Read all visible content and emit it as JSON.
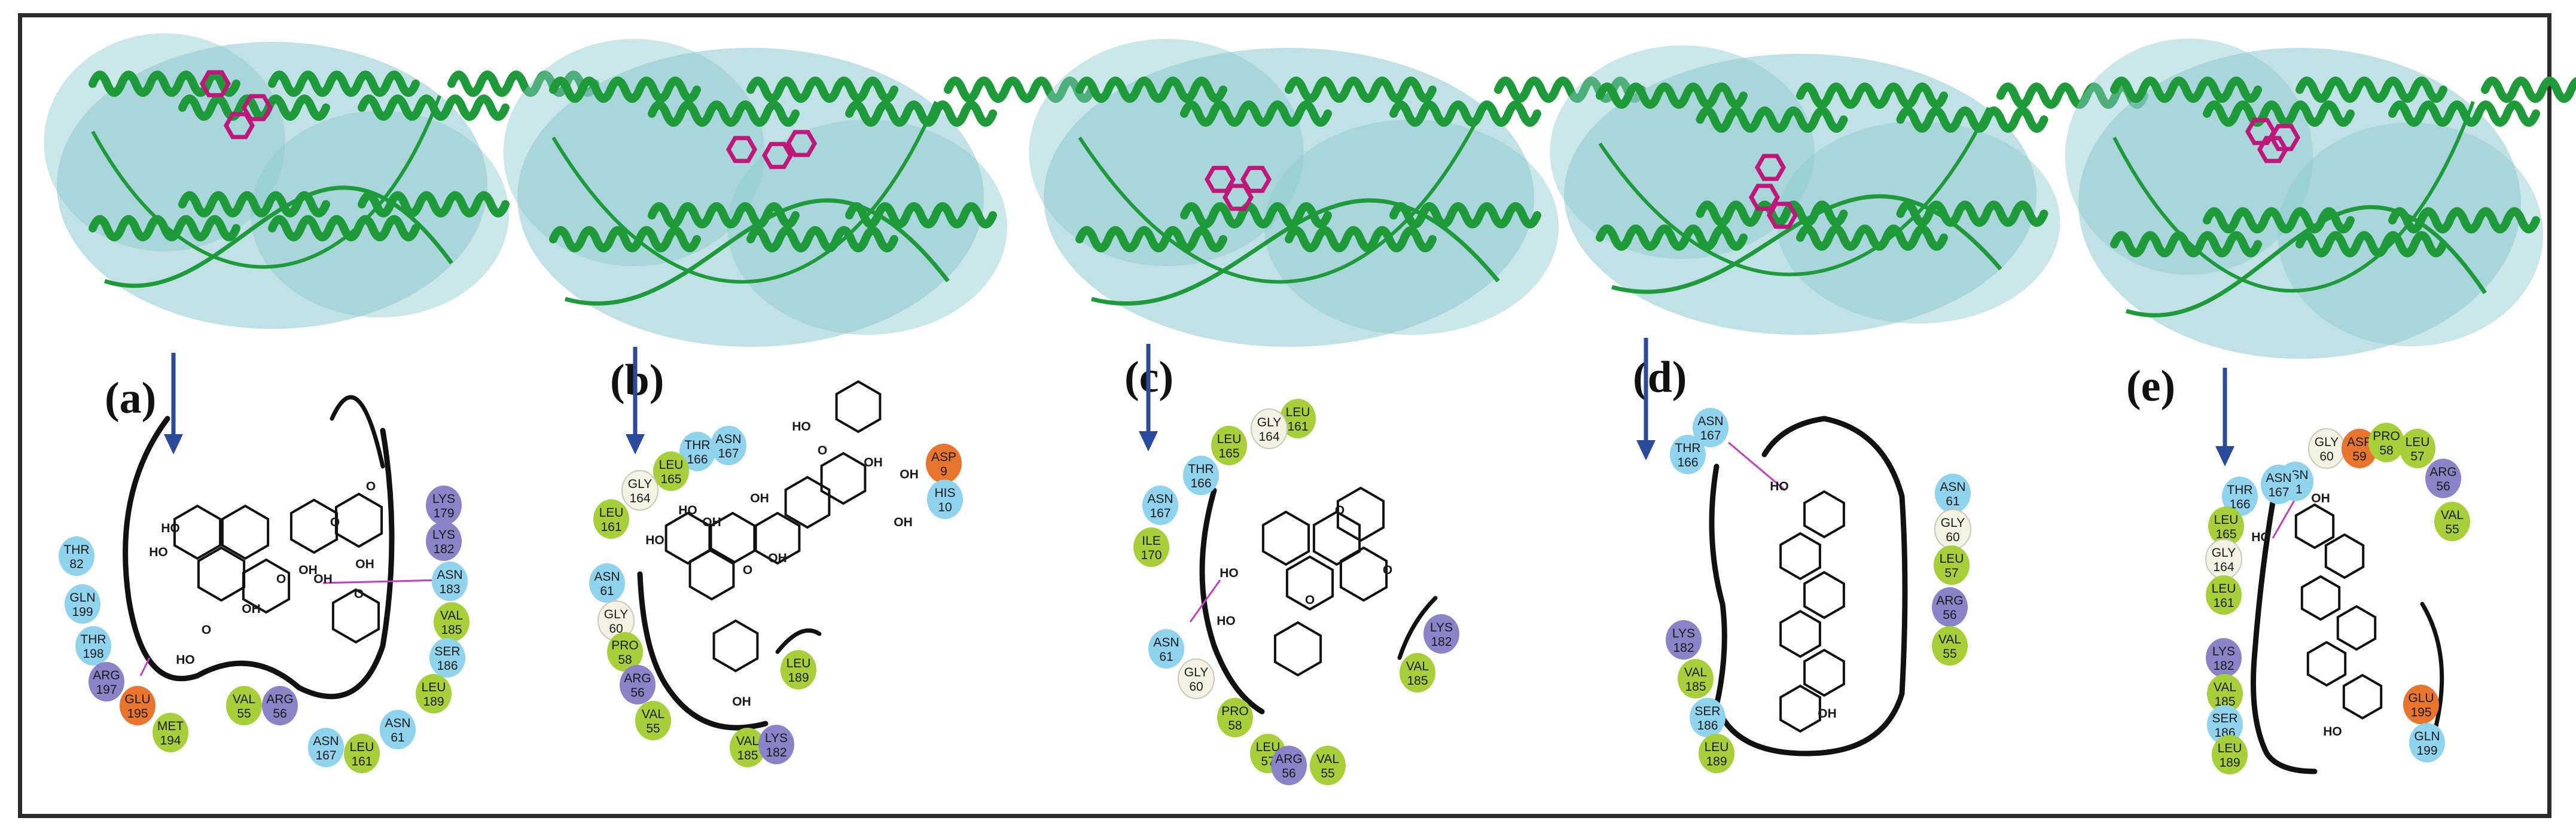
{
  "colors": {
    "hydrophobic": "#a6cf3a",
    "polar": "#8fd3ef",
    "positive": "#8a83c7",
    "negative": "#e8742e",
    "glycine": "#f3f3e4",
    "surface": "#8cc9cf",
    "protein": "#1e9a3a",
    "ligand": "#c0167a",
    "hbond": "#c040c0",
    "arrow": "#2c4a9a"
  },
  "panels": [
    {
      "label": "(a)",
      "residues": [
        {
          "name": "LYS",
          "num": "179",
          "type": "positive"
        },
        {
          "name": "LYS",
          "num": "182",
          "type": "positive"
        },
        {
          "name": "ASN",
          "num": "183",
          "type": "polar"
        },
        {
          "name": "VAL",
          "num": "185",
          "type": "hydrophobic"
        },
        {
          "name": "SER",
          "num": "186",
          "type": "polar"
        },
        {
          "name": "LEU",
          "num": "189",
          "type": "hydrophobic"
        },
        {
          "name": "ASN",
          "num": "61",
          "type": "polar"
        },
        {
          "name": "LEU",
          "num": "161",
          "type": "hydrophobic"
        },
        {
          "name": "ASN",
          "num": "167",
          "type": "polar"
        },
        {
          "name": "VAL",
          "num": "55",
          "type": "hydrophobic"
        },
        {
          "name": "ARG",
          "num": "56",
          "type": "positive"
        },
        {
          "name": "THR",
          "num": "82",
          "type": "polar"
        },
        {
          "name": "GLN",
          "num": "199",
          "type": "polar"
        },
        {
          "name": "THR",
          "num": "198",
          "type": "polar"
        },
        {
          "name": "ARG",
          "num": "197",
          "type": "positive"
        },
        {
          "name": "GLU",
          "num": "195",
          "type": "negative"
        },
        {
          "name": "MET",
          "num": "194",
          "type": "hydrophobic"
        }
      ],
      "atoms": [
        "HO",
        "OH",
        "HO",
        "OH",
        "HO",
        "OH",
        "OH",
        "O",
        "O",
        "O",
        "O",
        "O"
      ]
    },
    {
      "label": "(b)",
      "residues": [
        {
          "name": "ASN",
          "num": "167",
          "type": "polar"
        },
        {
          "name": "THR",
          "num": "166",
          "type": "polar"
        },
        {
          "name": "LEU",
          "num": "165",
          "type": "hydrophobic"
        },
        {
          "name": "GLY",
          "num": "164",
          "type": "glycine"
        },
        {
          "name": "LEU",
          "num": "161",
          "type": "hydrophobic"
        },
        {
          "name": "ASN",
          "num": "61",
          "type": "polar"
        },
        {
          "name": "GLY",
          "num": "60",
          "type": "glycine"
        },
        {
          "name": "PRO",
          "num": "58",
          "type": "hydrophobic"
        },
        {
          "name": "ARG",
          "num": "56",
          "type": "positive"
        },
        {
          "name": "VAL",
          "num": "55",
          "type": "hydrophobic"
        },
        {
          "name": "VAL",
          "num": "185",
          "type": "hydrophobic"
        },
        {
          "name": "LYS",
          "num": "182",
          "type": "positive"
        },
        {
          "name": "LEU",
          "num": "189",
          "type": "hydrophobic"
        },
        {
          "name": "ASP",
          "num": "9",
          "type": "negative"
        },
        {
          "name": "HIS",
          "num": "10",
          "type": "polar"
        }
      ],
      "atoms": [
        "HO",
        "OH",
        "OH",
        "HO",
        "OH",
        "OH",
        "HO",
        "OH",
        "OH",
        "O",
        "O",
        "OH"
      ]
    },
    {
      "label": "(c)",
      "residues": [
        {
          "name": "LEU",
          "num": "161",
          "type": "hydrophobic"
        },
        {
          "name": "GLY",
          "num": "164",
          "type": "glycine"
        },
        {
          "name": "LEU",
          "num": "165",
          "type": "hydrophobic"
        },
        {
          "name": "THR",
          "num": "166",
          "type": "polar"
        },
        {
          "name": "ASN",
          "num": "167",
          "type": "polar"
        },
        {
          "name": "ILE",
          "num": "170",
          "type": "hydrophobic"
        },
        {
          "name": "ASN",
          "num": "61",
          "type": "polar"
        },
        {
          "name": "GLY",
          "num": "60",
          "type": "glycine"
        },
        {
          "name": "PRO",
          "num": "58",
          "type": "hydrophobic"
        },
        {
          "name": "LEU",
          "num": "57",
          "type": "hydrophobic"
        },
        {
          "name": "ARG",
          "num": "56",
          "type": "positive"
        },
        {
          "name": "VAL",
          "num": "55",
          "type": "hydrophobic"
        },
        {
          "name": "LYS",
          "num": "182",
          "type": "positive"
        },
        {
          "name": "VAL",
          "num": "185",
          "type": "hydrophobic"
        }
      ],
      "atoms": [
        "O",
        "HO",
        "HO",
        "O",
        "O"
      ]
    },
    {
      "label": "(d)",
      "residues": [
        {
          "name": "ASN",
          "num": "167",
          "type": "polar"
        },
        {
          "name": "THR",
          "num": "166",
          "type": "polar"
        },
        {
          "name": "ASN",
          "num": "61",
          "type": "polar"
        },
        {
          "name": "GLY",
          "num": "60",
          "type": "glycine"
        },
        {
          "name": "LEU",
          "num": "57",
          "type": "hydrophobic"
        },
        {
          "name": "ARG",
          "num": "56",
          "type": "positive"
        },
        {
          "name": "VAL",
          "num": "55",
          "type": "hydrophobic"
        },
        {
          "name": "LYS",
          "num": "182",
          "type": "positive"
        },
        {
          "name": "VAL",
          "num": "185",
          "type": "hydrophobic"
        },
        {
          "name": "SER",
          "num": "186",
          "type": "polar"
        },
        {
          "name": "LEU",
          "num": "189",
          "type": "hydrophobic"
        }
      ],
      "atoms": [
        "HO",
        "OH"
      ]
    },
    {
      "label": "(e)",
      "residues": [
        {
          "name": "ASN",
          "num": "61",
          "type": "polar"
        },
        {
          "name": "GLY",
          "num": "60",
          "type": "glycine"
        },
        {
          "name": "ASP",
          "num": "59",
          "type": "negative"
        },
        {
          "name": "PRO",
          "num": "58",
          "type": "hydrophobic"
        },
        {
          "name": "LEU",
          "num": "57",
          "type": "hydrophobic"
        },
        {
          "name": "ARG",
          "num": "56",
          "type": "positive"
        },
        {
          "name": "VAL",
          "num": "55",
          "type": "hydrophobic"
        },
        {
          "name": "ASN",
          "num": "167",
          "type": "polar"
        },
        {
          "name": "THR",
          "num": "166",
          "type": "polar"
        },
        {
          "name": "LEU",
          "num": "165",
          "type": "hydrophobic"
        },
        {
          "name": "GLY",
          "num": "164",
          "type": "glycine"
        },
        {
          "name": "LEU",
          "num": "161",
          "type": "hydrophobic"
        },
        {
          "name": "LYS",
          "num": "182",
          "type": "positive"
        },
        {
          "name": "VAL",
          "num": "185",
          "type": "hydrophobic"
        },
        {
          "name": "SER",
          "num": "186",
          "type": "polar"
        },
        {
          "name": "LEU",
          "num": "189",
          "type": "hydrophobic"
        },
        {
          "name": "GLU",
          "num": "195",
          "type": "negative"
        },
        {
          "name": "GLN",
          "num": "199",
          "type": "polar"
        }
      ],
      "atoms": [
        "OH",
        "HO",
        "HO"
      ]
    }
  ]
}
